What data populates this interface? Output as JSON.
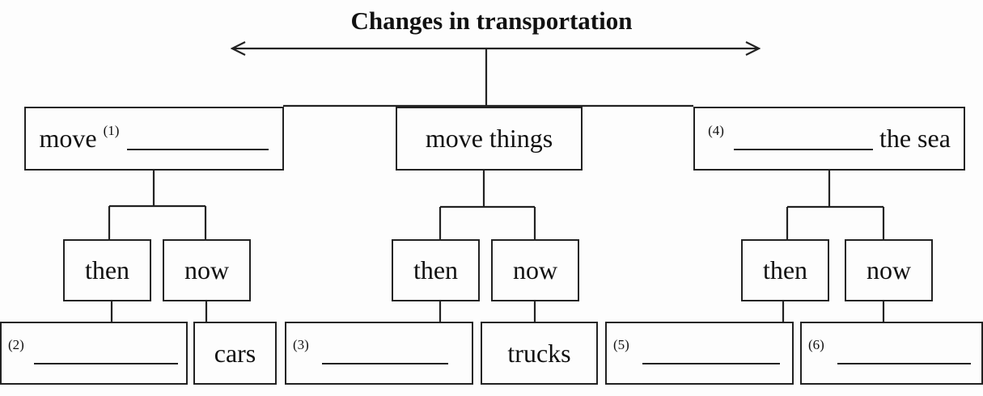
{
  "title": "Changes in transportation",
  "categories": [
    {
      "prefix": "move",
      "number": "(1)",
      "suffix": "",
      "then": {
        "label": "then",
        "answer_number": "(2)",
        "answer_text": ""
      },
      "now": {
        "label": "now",
        "answer_number": "",
        "answer_text": "cars"
      }
    },
    {
      "prefix": "move things",
      "number": "",
      "suffix": "",
      "then": {
        "label": "then",
        "answer_number": "(3)",
        "answer_text": ""
      },
      "now": {
        "label": "now",
        "answer_number": "",
        "answer_text": "trucks"
      }
    },
    {
      "prefix": "",
      "number": "(4)",
      "suffix": "the sea",
      "then": {
        "label": "then",
        "answer_number": "(5)",
        "answer_text": ""
      },
      "now": {
        "label": "now",
        "answer_number": "(6)",
        "answer_text": ""
      }
    }
  ]
}
